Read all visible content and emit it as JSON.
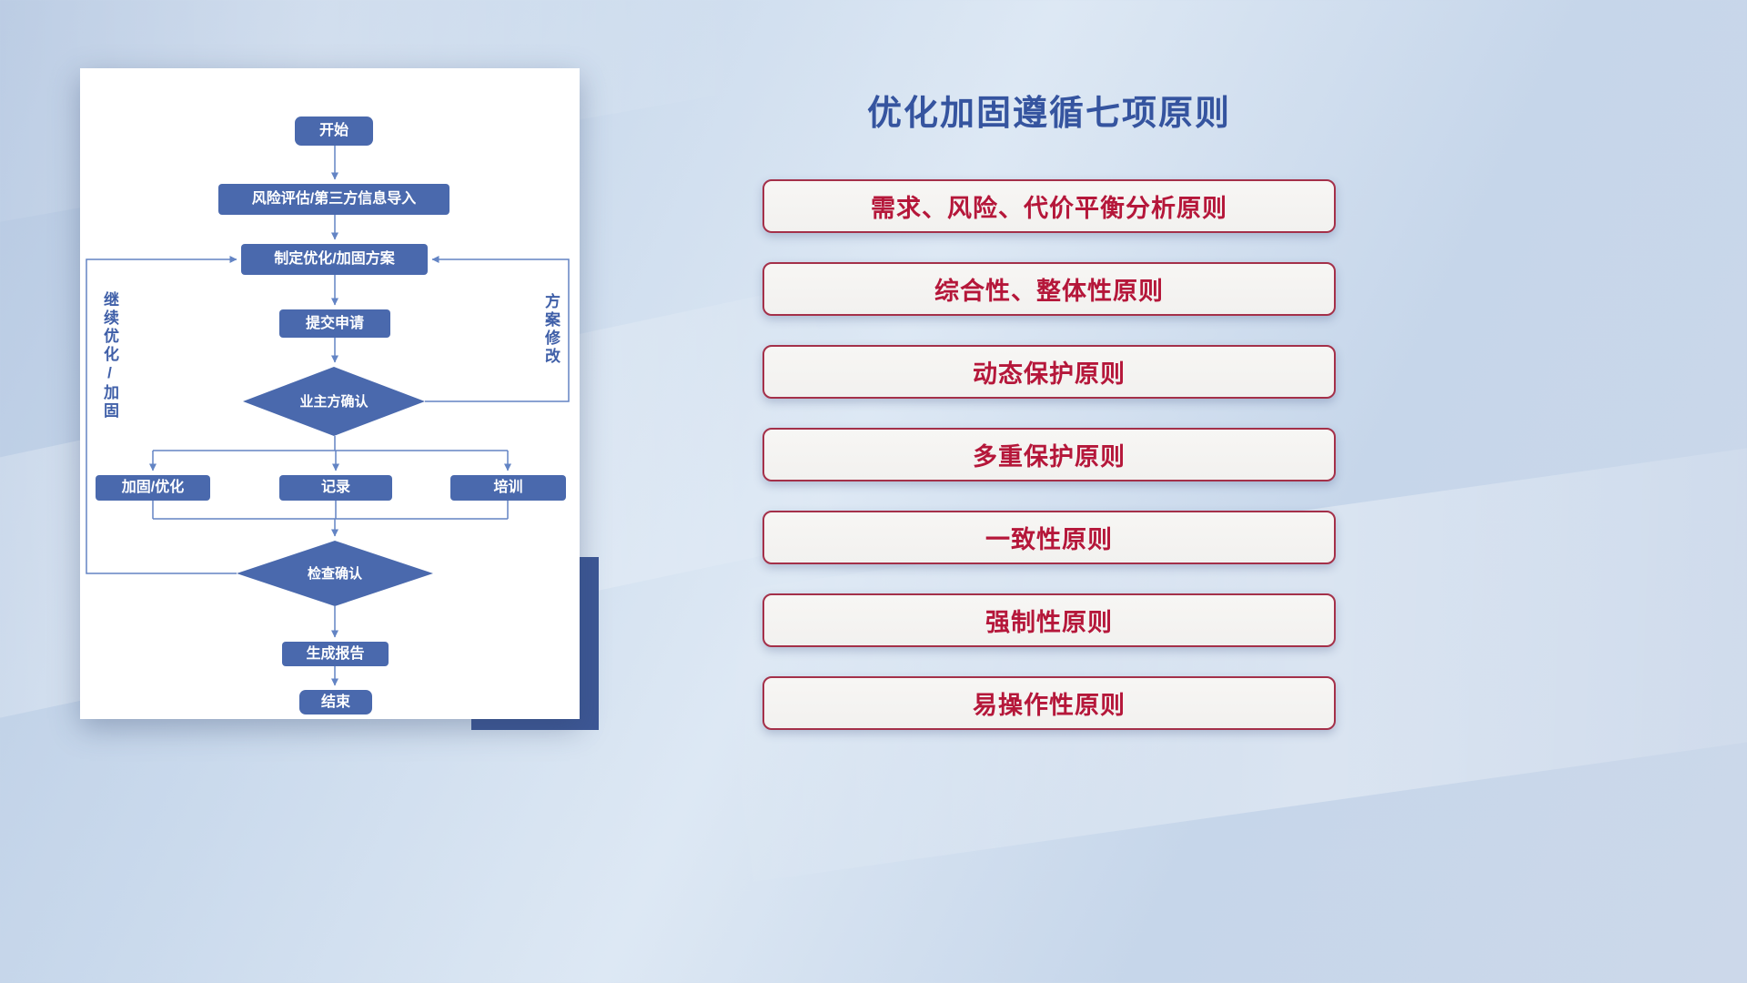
{
  "right_panel": {
    "title": "优化加固遵循七项原则",
    "principles": [
      "需求、风险、代价平衡分析原则",
      "综合性、整体性原则",
      "动态保护原则",
      "多重保护原则",
      "一致性原则",
      "强制性原则",
      "易操作性原则"
    ]
  },
  "flowchart": {
    "start": "开始",
    "risk_import": "风险评估/第三方信息导入",
    "make_plan": "制定优化/加固方案",
    "submit": "提交申请",
    "owner_confirm": "业主方确认",
    "harden": "加固/优化",
    "record": "记录",
    "training": "培训",
    "check_confirm": "检查确认",
    "report": "生成报告",
    "end": "结束",
    "loop_left_label": "继续优化/加固",
    "loop_right_label": "方案修改"
  },
  "colors": {
    "node_fill": "#4a69ad",
    "connector": "#6384c4",
    "title_blue": "#35549f",
    "principle_red": "#b5173a",
    "card_border": "#a43049",
    "card_bg": "#f2f1ef",
    "accent_rect": "#3d5795",
    "label_blue": "#3f5fa8"
  }
}
